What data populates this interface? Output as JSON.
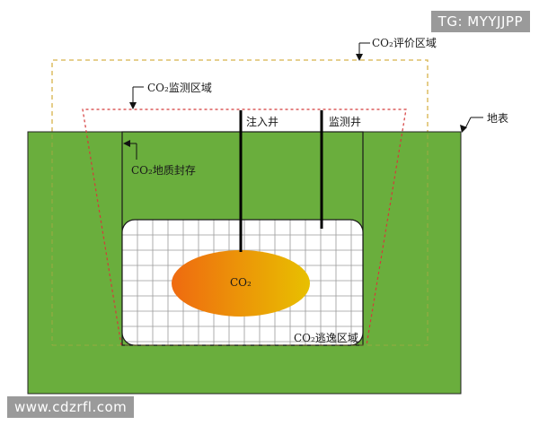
{
  "colors": {
    "ground_green": "#6aae3d",
    "evaluation_border": "#d7b24a",
    "monitoring_border": "#d43a3a",
    "grid_line": "#9a9a9a",
    "plume_start": "#ef6a10",
    "plume_end": "#e8c000"
  },
  "labels": {
    "evaluation_area": "CO₂评价区域",
    "monitoring_area": "CO₂监测区域",
    "surface": "地表",
    "geological_storage": "CO₂地质封存",
    "injection_well": "注入井",
    "monitoring_well": "监测井",
    "plume": "CO₂",
    "escape_area": "CO₂逃逸区域"
  },
  "watermarks": {
    "tg": "TG: MYYJJPP",
    "url": "www.cdzrfl.com"
  }
}
